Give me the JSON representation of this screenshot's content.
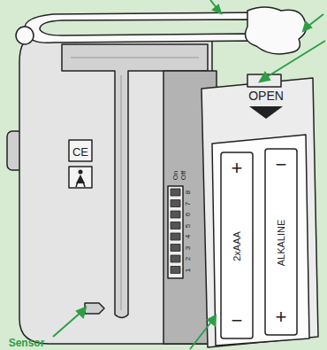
{
  "diagram": {
    "labels": [
      "OPEN",
      "+",
      "2xAAA",
      "−",
      "−",
      "ALKALINE",
      "+",
      "On",
      "Off",
      "8",
      "7",
      "6",
      "5",
      "4",
      "3",
      "2",
      "1",
      "Sensor",
      "CE"
    ]
  }
}
